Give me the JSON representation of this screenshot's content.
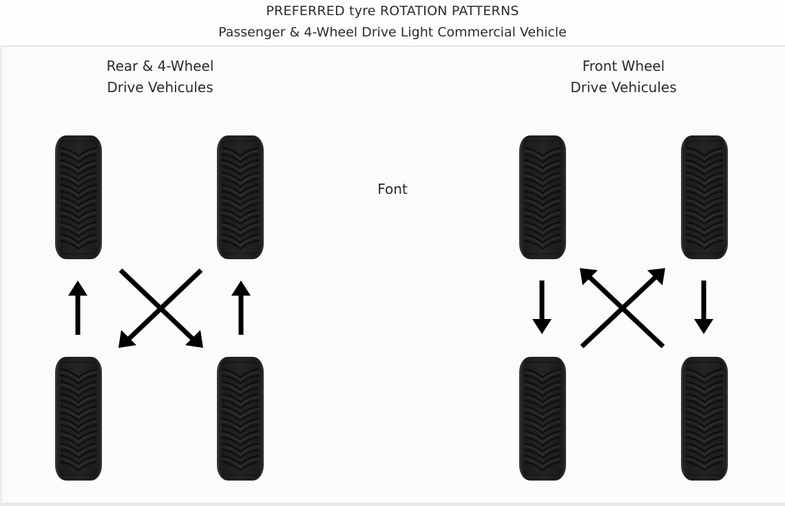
{
  "header": {
    "title": "PREFERRED tyre ROTATION PATTERNS",
    "subtitle": "Passenger & 4-Wheel Drive Light Commercial Vehicle"
  },
  "center_label": "Font",
  "sections": [
    {
      "id": "rear-4wd",
      "label_line1": "Rear & 4-Wheel",
      "label_line2": "Drive Vehicules",
      "pattern": {
        "rear_left": "moves straight forward to front left",
        "rear_right": "moves straight forward to front right",
        "front_left": "crosses to rear right",
        "front_right": "crosses to rear left"
      }
    },
    {
      "id": "front-wd",
      "label_line1": "Front Wheel",
      "label_line2": "Drive Vehicules",
      "pattern": {
        "front_left": "moves straight back to rear left",
        "front_right": "moves straight back to rear right",
        "rear_left": "crosses to front right",
        "rear_right": "crosses to front left"
      }
    }
  ],
  "colors": {
    "background": "#fbfbfb",
    "tyre": "#1f1f1f",
    "arrow": "#000000",
    "text": "#2a2a2a"
  },
  "icons": {
    "tyre": "tyre-icon",
    "arrow_up": "arrow-up-icon",
    "arrow_down": "arrow-down-icon",
    "arrow_diagonal": "arrow-diagonal-icon"
  }
}
